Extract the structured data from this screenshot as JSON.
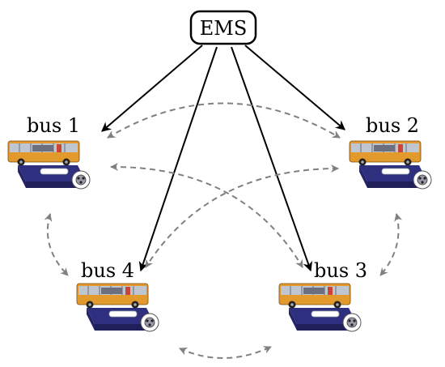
{
  "hub": {
    "label": "EMS"
  },
  "buses": [
    {
      "id": "b1",
      "label": "bus 1"
    },
    {
      "id": "b2",
      "label": "bus 2"
    },
    {
      "id": "b3",
      "label": "bus 3"
    },
    {
      "id": "b4",
      "label": "bus 4"
    }
  ],
  "links": {
    "solid": [
      {
        "from": "EMS",
        "to": "bus 1"
      },
      {
        "from": "EMS",
        "to": "bus 2"
      },
      {
        "from": "EMS",
        "to": "bus 3"
      },
      {
        "from": "EMS",
        "to": "bus 4"
      }
    ],
    "dashed_bidirectional": [
      {
        "between": [
          "bus 1",
          "bus 2"
        ]
      },
      {
        "between": [
          "bus 1",
          "bus 3"
        ]
      },
      {
        "between": [
          "bus 2",
          "bus 4"
        ]
      },
      {
        "between": [
          "bus 1",
          "bus 4"
        ]
      },
      {
        "between": [
          "bus 2",
          "bus 3"
        ]
      },
      {
        "between": [
          "bus 4",
          "bus 3"
        ]
      }
    ]
  },
  "colors": {
    "bus_body": "#e39a2c",
    "bus_window": "#bfc6d2",
    "charger_platform": "#2f2f7f",
    "solid_arrow": "#000000",
    "dashed_arrow": "#808080"
  }
}
